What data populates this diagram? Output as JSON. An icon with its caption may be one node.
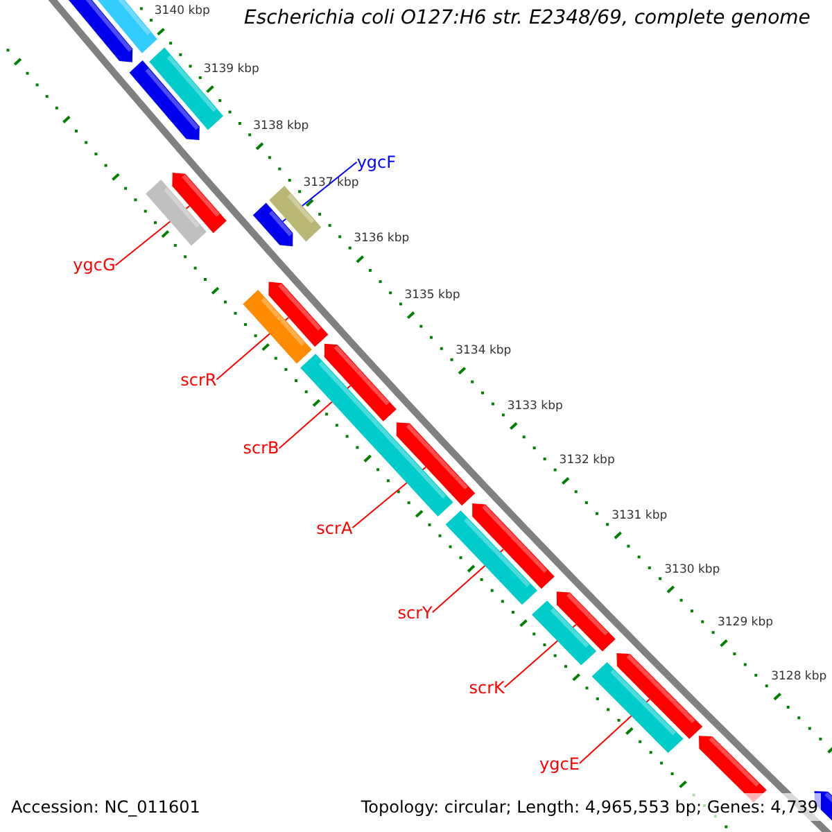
{
  "diagram": {
    "title": "Escherichia coli O127:H6 str. E2348/69, complete genome",
    "nodes": [
      {
        "text": [
          "ygcF"
        ]
      },
      {
        "text": [
          "ygcG"
        ]
      },
      {
        "text": [
          "scrR"
        ]
      },
      {
        "text": [
          "scrB"
        ]
      },
      {
        "text": [
          "scrA"
        ]
      },
      {
        "text": [
          "scrY"
        ]
      },
      {
        "text": [
          "scrK"
        ]
      },
      {
        "text": [
          "ygcE"
        ]
      },
      {
        "text": [],
        "shape": "arrow"
      },
      {
        "text": [],
        "shape": "arrow"
      },
      {
        "text": [],
        "shape": "arrow"
      },
      {
        "text": [],
        "shape": "arrow"
      },
      {
        "text": [],
        "shape": "arrow"
      },
      {
        "text": [],
        "shape": "arrow"
      },
      {
        "text": [],
        "shape": "arrow"
      },
      {
        "text": [],
        "shape": "arrow"
      },
      {
        "text": [],
        "shape": "arrow"
      }
    ],
    "edges": [
      {
        "from": 0,
        "to": 8,
        "arrow": "none",
        "color": "#0000ff"
      },
      {
        "from": 1,
        "to": 9,
        "arrow": "none"
      },
      {
        "from": 2,
        "to": 10,
        "arrow": "none"
      },
      {
        "from": 3,
        "to": 11,
        "arrow": "none"
      },
      {
        "from": 4,
        "to": 12,
        "arrow": "none"
      },
      {
        "from": 5,
        "to": 13,
        "arrow": "none"
      },
      {
        "from": 6,
        "to": 14,
        "arrow": "none"
      },
      {
        "from": 7,
        "to": 15,
        "arrow": "none"
      }
    ],
    "labels": [
      "3140 kbp",
      "3139 kbp",
      "3138 kbp",
      "3137 kbp",
      "3136 kbp",
      "3135 kbp",
      "3134 kbp",
      "3133 kbp",
      "3132 kbp",
      "3131 kbp",
      "3130 kbp",
      "3129 kbp",
      "3128 kbp",
      "Accession: NC_011601",
      "Topology: circular; Length: 4,965,553 bp; Genes: 4,739"
    ]
  }
}
